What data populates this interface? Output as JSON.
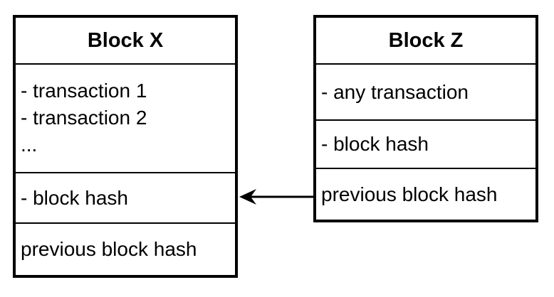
{
  "block_x": {
    "title": "Block X",
    "transactions": [
      "- transaction 1",
      "- transaction 2",
      "..."
    ],
    "block_hash": "- block hash",
    "previous_hash": "previous block hash"
  },
  "block_z": {
    "title": "Block Z",
    "transaction": "- any transaction",
    "block_hash": "- block hash",
    "previous_hash": "previous block hash"
  },
  "colors": {
    "stroke": "#000000",
    "background": "#ffffff"
  }
}
